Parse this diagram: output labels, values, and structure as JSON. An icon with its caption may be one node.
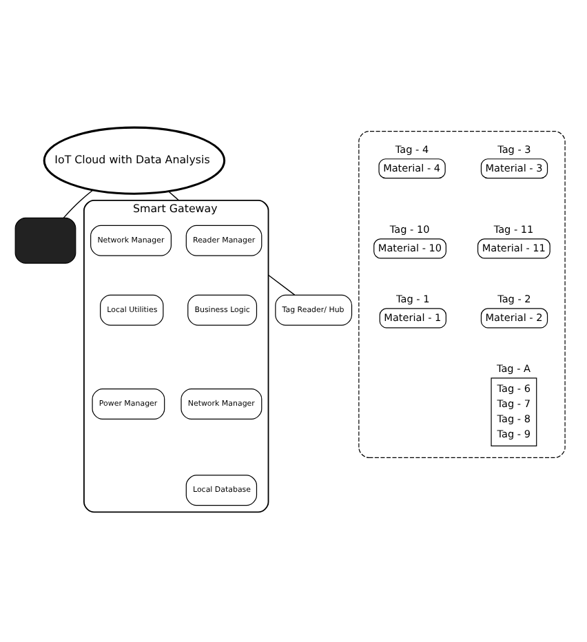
{
  "diagram": {
    "nodes": [
      {
        "text": [
          "IoT Cloud with Data Analysis"
        ]
      },
      {
        "text": [],
        "shape": "monitor"
      },
      {
        "text": [
          "Smart Gateway"
        ]
      },
      {
        "text": [
          "Reader Manager"
        ],
        "in": 2
      },
      {
        "text": [
          "Network Manager"
        ],
        "in": 2
      },
      {
        "text": [
          "Business Logic"
        ],
        "in": 2
      },
      {
        "text": [
          "Local Utilities"
        ],
        "in": 2
      },
      {
        "text": [
          "Network Manager"
        ],
        "in": 2
      },
      {
        "text": [
          "Power Manager"
        ],
        "in": 2
      },
      {
        "text": [
          "Local Database"
        ],
        "in": 2
      },
      {
        "text": [],
        "shape": "oval"
      },
      {
        "text": [
          "Tag - 3",
          "Material - 3"
        ],
        "in": 10
      },
      {
        "text": [
          "Tag - 4",
          "Material - 4"
        ],
        "in": 10
      },
      {
        "text": [
          "Tag - 11",
          "Material - 11"
        ],
        "in": 10
      },
      {
        "text": [
          "Tag - 10",
          "Material - 10"
        ],
        "in": 10
      },
      {
        "text": [
          "Tag - 2",
          "Material - 2"
        ],
        "in": 10
      },
      {
        "text": [
          "Tag - 1",
          "Material - 1"
        ],
        "in": 10
      },
      {
        "text": [
          "Tag - A",
          "Tag - 6",
          "Tag - 7",
          "Tag - 8",
          "Tag - 9"
        ],
        "in": 10
      },
      {
        "text": [
          "Tag Reader/ Hub"
        ]
      }
    ],
    "edges": [
      {
        "from": 0,
        "to": 1,
        "arrow": "none"
      },
      {
        "from": 0,
        "to": 2,
        "arrow": "none"
      },
      {
        "from": 2,
        "to": 18,
        "arrow": "none"
      }
    ]
  }
}
